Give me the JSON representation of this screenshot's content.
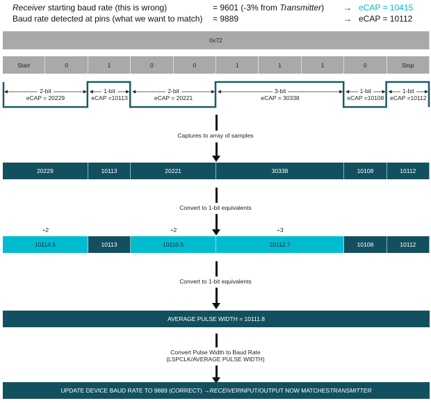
{
  "header": {
    "line1_label_italic": "Receiver",
    "line1_label_rest": " starting baud rate (this is wrong)",
    "line1_value_pre": "= 9601 (-3% from ",
    "line1_value_italic": "Transmitter",
    "line1_value_post": ")",
    "line1_arrow": "→",
    "line1_ecap": "eCAP = 10415",
    "line2_label": "Baud rate detected at pins (what we want to match)",
    "line2_value": "= 9889",
    "line2_arrow": "→",
    "line2_ecap": "eCAP = 10112"
  },
  "byte_label": "0x72",
  "bits": [
    "Start",
    "0",
    "1",
    "0",
    "0",
    "1",
    "1",
    "1",
    "0",
    "Stop"
  ],
  "pulses": [
    {
      "bits": "2-bit",
      "ecap": "eCAP = 20229",
      "level": "low"
    },
    {
      "bits": "1-bit",
      "ecap": "eCAP =10113",
      "level": "high"
    },
    {
      "bits": "2-bit",
      "ecap": "eCAP = 20221",
      "level": "low"
    },
    {
      "bits": "3-bit",
      "ecap": "eCAP = 30338",
      "level": "high"
    },
    {
      "bits": "1-bit",
      "ecap": "eCAP =10108",
      "level": "low"
    },
    {
      "bits": "1-bit",
      "ecap": "eCAP =10112",
      "level": "high"
    }
  ],
  "step1": "Captures to array of samples",
  "samples": [
    "20229",
    "10113",
    "20221",
    "30338",
    "10108",
    "10112"
  ],
  "step2": "Convert to 1-bit equivalents",
  "divisors": [
    "÷2",
    "",
    "÷2",
    "÷3",
    "",
    ""
  ],
  "equivalents": [
    "10114.5",
    "10113",
    "10110.5",
    "10112.7",
    "10108",
    "10112"
  ],
  "step3": "Convert to 1-bit equivalents",
  "average": "AVERAGE PULSE WIDTH = 10111.8",
  "step4_line1": "Convert Pulse Width to Baud Rate",
  "step4_line2": "(LSPCLK/AVERAGE PULSE WIDTH)",
  "final": {
    "pre": "UPDATE DEVICE BAUD RATE TO 9889 (CORRECT) → ",
    "italic1": "RECEIVER",
    "mid": " INPUT/OUTPUT NOW MATCHES ",
    "italic2": "TRANSMITTER"
  },
  "colors": {
    "dark": "#12505f",
    "cyan": "#00bccf",
    "gray": "#a9a9a9",
    "highlight": "#00b7cc"
  }
}
